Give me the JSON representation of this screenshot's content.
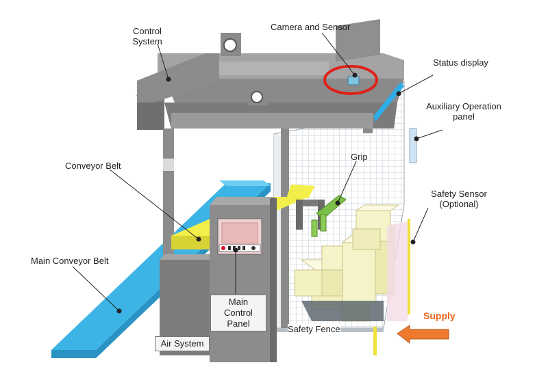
{
  "labels": {
    "control_system_line1": "Control",
    "control_system_line2": "System",
    "camera_sensor": "Camera and Sensor",
    "status_display": "Status display",
    "aux_panel_line1": "Auxiliary Operation",
    "aux_panel_line2": "panel",
    "conveyor_belt": "Conveyor Belt",
    "grip": "Grip",
    "safety_sensor_line1": "Safety  Sensor",
    "safety_sensor_line2": "(Optional)",
    "main_conveyor_belt": "Main Conveyor Belt",
    "main_control_line1": "Main",
    "main_control_line2": "Control",
    "main_control_line3": "Panel",
    "safety_fence": "Safety Fence",
    "air_system": "Air System",
    "supply": "Supply"
  },
  "colors": {
    "frame": "#8a8a8a",
    "frame_dark": "#6f6f6f",
    "frame_light": "#a4a4a4",
    "conveyor_blue": "#3cb4e6",
    "conveyor_yellow": "#f3ef4a",
    "box_cream": "#f5f3c8",
    "grip_green": "#7cc04a",
    "supply_arrow": "#ee7a2e",
    "highlight_circle": "#e0201a",
    "fence_grid": "#c9d3dc"
  },
  "icons": [
    "camera-icon",
    "status-display-icon",
    "auxiliary-panel-icon",
    "supply-arrow-icon"
  ]
}
